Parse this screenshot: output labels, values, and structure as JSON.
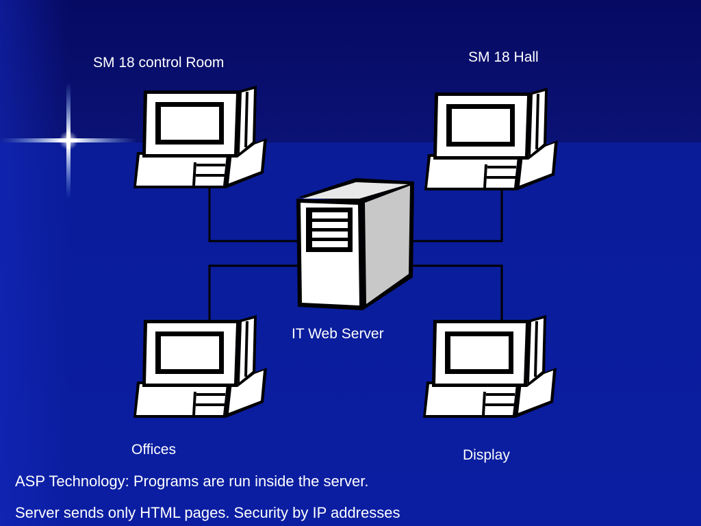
{
  "nodes": {
    "control_room": "SM 18 control Room",
    "hall": "SM 18 Hall",
    "web_server": "IT Web Server",
    "offices": "Offices",
    "display": "Display"
  },
  "captions": [
    "ASP Technology: Programs are run inside the server.",
    "Server sends only HTML pages. Security by IP addresses"
  ],
  "colors": {
    "background_top": "#060a62",
    "background_bottom": "#0b1ea2",
    "text": "#ffffff",
    "computer_fill": "#ffffff",
    "computer_outline": "#000000",
    "computer_shade": "#c8c8c8"
  },
  "icons": {
    "computers": "desktop-computer-icon",
    "server": "server-tower-icon"
  }
}
